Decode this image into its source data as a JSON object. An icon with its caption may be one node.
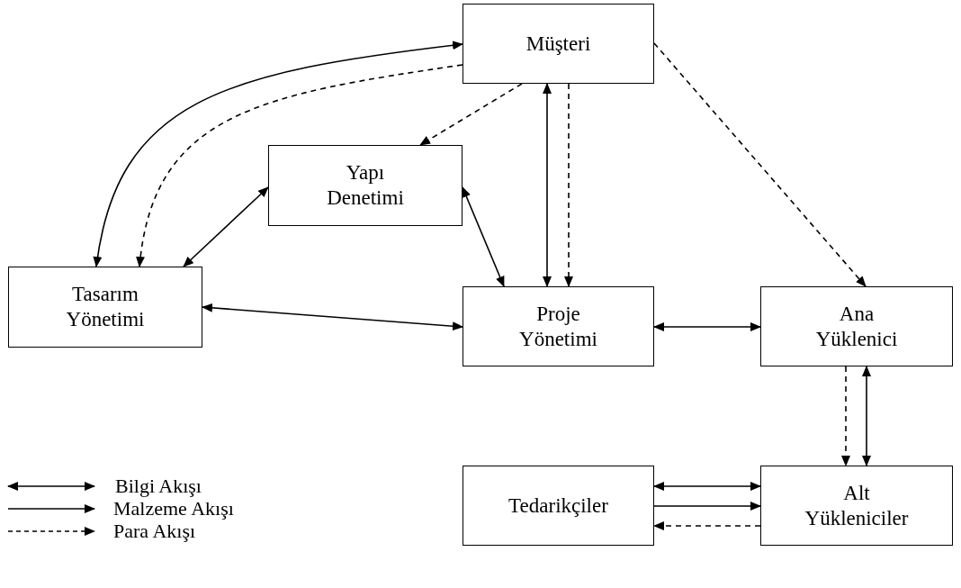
{
  "diagram": {
    "nodes": [
      {
        "text": [
          "Müşteri"
        ]
      },
      {
        "text": [
          "Yapı Denetimi"
        ]
      },
      {
        "text": [
          "Tasarım Yönetimi"
        ]
      },
      {
        "text": [
          "Proje Yönetimi"
        ]
      },
      {
        "text": [
          "Ana Yüklenici"
        ]
      },
      {
        "text": [
          "Tedarikçiler"
        ]
      },
      {
        "text": [
          "Alt Yükleniciler"
        ]
      }
    ],
    "edges": [
      {
        "from": 0,
        "to": 2,
        "arrow": "both"
      },
      {
        "from": 0,
        "to": 2,
        "arrow": "to",
        "style": "dashed"
      },
      {
        "from": 0,
        "to": 1,
        "arrow": "to",
        "style": "dashed"
      },
      {
        "from": 2,
        "to": 1,
        "arrow": "both"
      },
      {
        "from": 1,
        "to": 3,
        "arrow": "both"
      },
      {
        "from": 0,
        "to": 3,
        "arrow": "both"
      },
      {
        "from": 0,
        "to": 3,
        "arrow": "to",
        "style": "dashed"
      },
      {
        "from": 0,
        "to": 4,
        "arrow": "to",
        "style": "dashed"
      },
      {
        "from": 2,
        "to": 3,
        "arrow": "both"
      },
      {
        "from": 3,
        "to": 4,
        "arrow": "both"
      },
      {
        "from": 4,
        "to": 6,
        "arrow": "to",
        "style": "dashed"
      },
      {
        "from": 4,
        "to": 6,
        "arrow": "both"
      },
      {
        "from": 5,
        "to": 6,
        "arrow": "both"
      },
      {
        "from": 5,
        "to": 6,
        "arrow": "to"
      },
      {
        "from": 6,
        "to": 5,
        "arrow": "to",
        "style": "dashed"
      }
    ],
    "legend": [
      {
        "text": "Bilgi Akışı"
      },
      {
        "text": "Malzeme Akışı"
      },
      {
        "text": "Para Akışı"
      }
    ]
  }
}
